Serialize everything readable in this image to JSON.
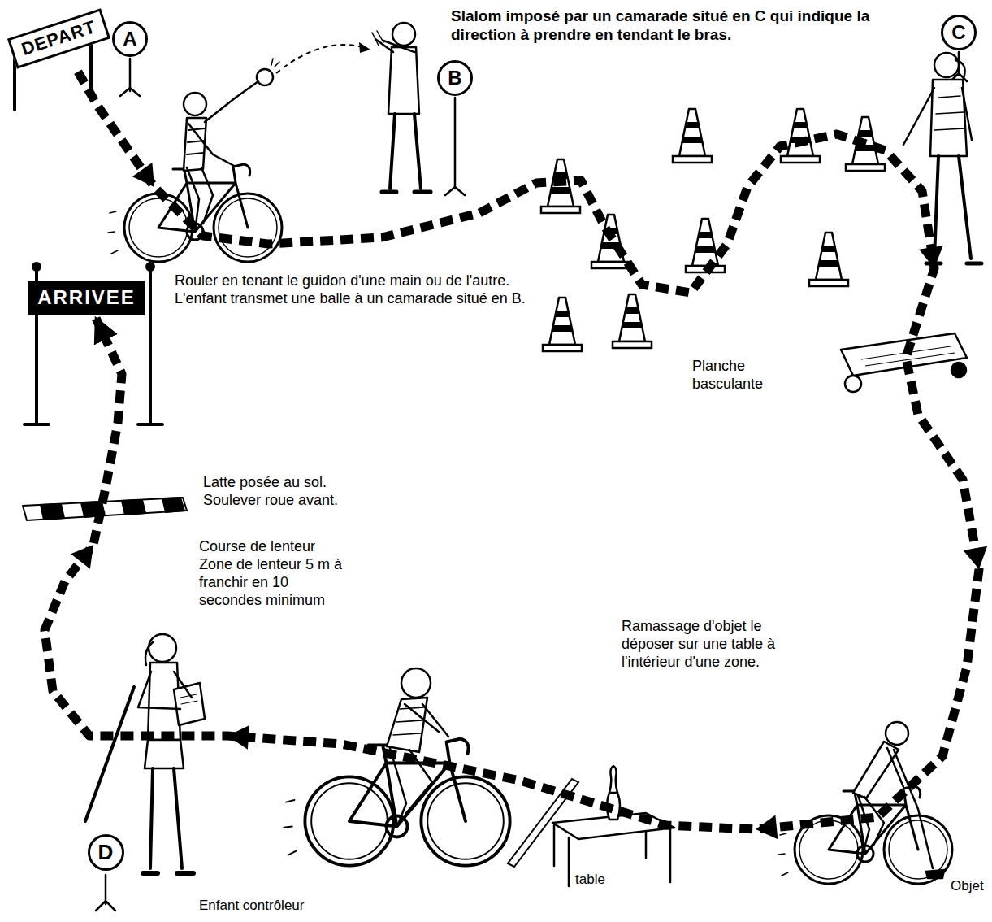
{
  "diagram": {
    "nodes": [
      {
        "text": [
          "DEPART"
        ]
      },
      {
        "text": [
          "A"
        ]
      },
      {
        "text": [
          "B"
        ]
      },
      {
        "text": [
          "C"
        ]
      },
      {
        "text": [
          "ARRIVEE"
        ]
      },
      {
        "text": [
          "D"
        ]
      }
    ],
    "edges": [
      {
        "from": 0,
        "to": 4,
        "arrow": "to"
      }
    ],
    "labels": [
      "Slalom imposé par un camarade situé en C qui indique la direction à prendre en tendant le bras.",
      "Rouler en tenant le guidon d'une main ou de l'autre. L'enfant transmet une balle à un camarade situé en B.",
      "Planche basculante",
      "Latte posée au sol. Soulever roue avant.",
      "Course de lenteur Zone de lenteur 5 m à franchir en 10 secondes minimum",
      "Ramassage d'objet le déposer sur une table à l'intérieur d'une zone.",
      "table",
      "Objet",
      "Enfant contrôleur"
    ]
  }
}
